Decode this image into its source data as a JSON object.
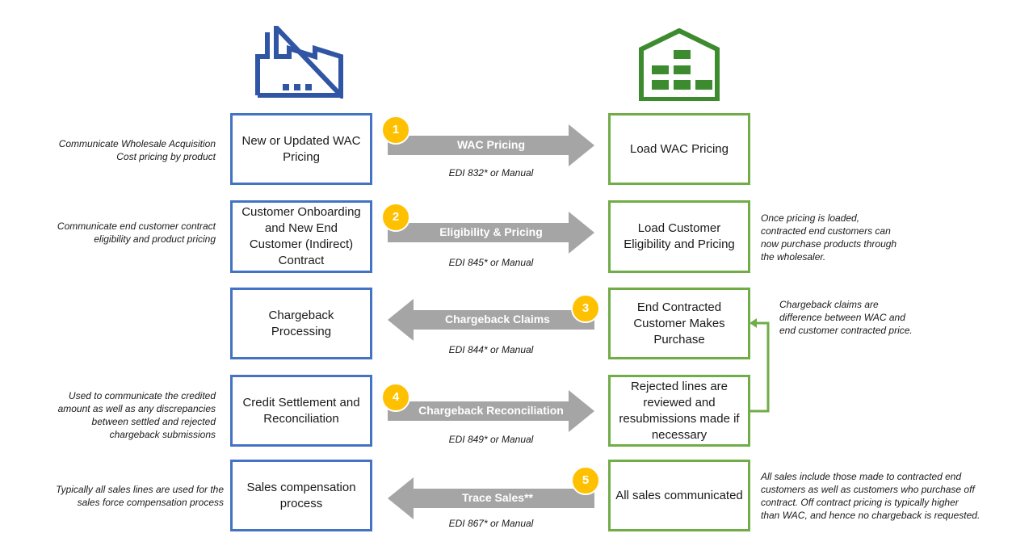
{
  "icons": {
    "factory": {
      "name": "factory-icon",
      "color": "#2f55a4"
    },
    "warehouse": {
      "name": "warehouse-icon",
      "color": "#3d8b2f"
    }
  },
  "colors": {
    "manufacturer_border": "#4472c4",
    "wholesaler_border": "#70ad47",
    "arrow_fill": "#a5a5a5",
    "step_badge": "#ffc000"
  },
  "rows": [
    {
      "left_note": "Communicate Wholesale Acquisition\nCost pricing by product",
      "left_box": "New or Updated WAC Pricing",
      "step": "1",
      "arrow_label": "WAC Pricing",
      "arrow_direction": "right",
      "edi": "EDI 832* or Manual",
      "right_box": "Load WAC Pricing",
      "right_note": ""
    },
    {
      "left_note": "Communicate end customer contract\neligibility and product pricing",
      "left_box": "Customer Onboarding and New End Customer  (Indirect) Contract",
      "step": "2",
      "arrow_label": "Eligibility & Pricing",
      "arrow_direction": "right",
      "edi": "EDI 845* or Manual",
      "right_box": "Load Customer Eligibility and Pricing",
      "right_note": "Once pricing is loaded,\ncontracted end customers can\nnow purchase products through\nthe wholesaler."
    },
    {
      "left_note": "",
      "left_box": "Chargeback Processing",
      "step": "3",
      "arrow_label": "Chargeback Claims",
      "arrow_direction": "left",
      "edi": "EDI 844* or Manual",
      "right_box": "End Contracted Customer Makes Purchase",
      "right_note": "Chargeback claims are\ndifference between WAC and\nend customer contracted price."
    },
    {
      "left_note": "Used to communicate the credited\namount as well as any discrepancies\nbetween settled and rejected\nchargeback submissions",
      "left_box": "Credit Settlement and Reconciliation",
      "step": "4",
      "arrow_label": "Chargeback Reconciliation",
      "arrow_direction": "right",
      "edi": "EDI 849* or Manual",
      "right_box": "Rejected lines are reviewed and resubmissions made if necessary",
      "right_note": ""
    },
    {
      "left_note": "Typically all sales lines are used for the\nsales force compensation process",
      "left_box": "Sales compensation process",
      "step": "5",
      "arrow_label": "Trace Sales**",
      "arrow_direction": "left",
      "edi": "EDI 867* or Manual",
      "right_box": "All sales communicated",
      "right_note": "All sales include those made to contracted end\ncustomers as well as customers who purchase off\ncontract. Off contract pricing is typically higher\nthan WAC, and hence no chargeback is requested."
    }
  ]
}
